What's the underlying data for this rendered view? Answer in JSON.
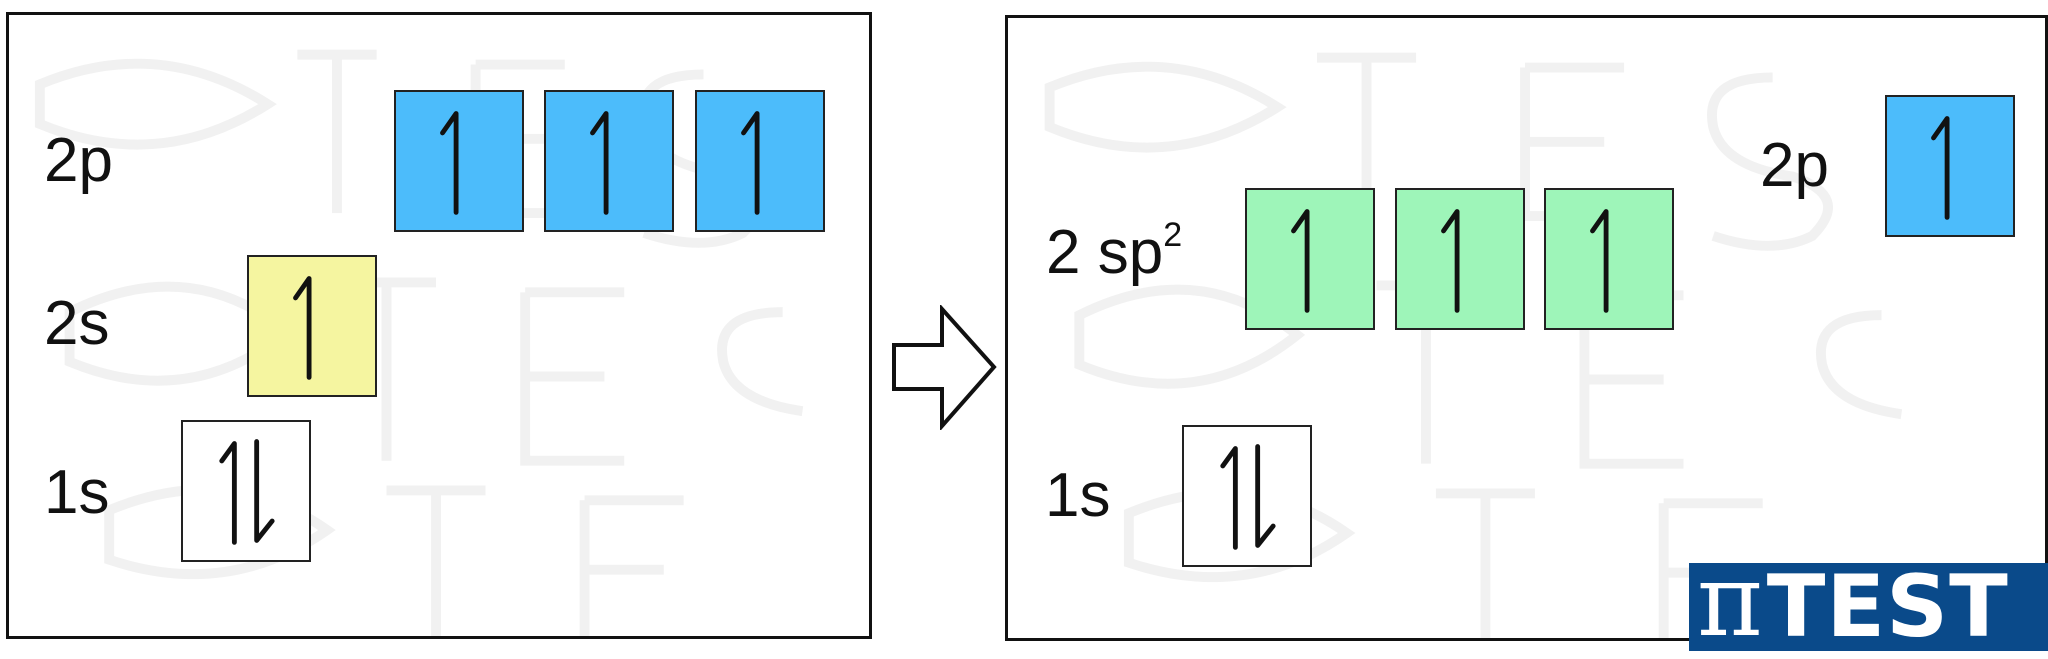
{
  "colors": {
    "p_orbital": "#4cbcfb",
    "s_orbital": "#f5f5a0",
    "sp2_orbital": "#9ef5b9",
    "core_orbital": "#ffffff",
    "logo_bg": "#0a4a8a",
    "logo_text": "#ffffff"
  },
  "left_panel": {
    "labels": {
      "p2": "2p",
      "s2": "2s",
      "s1": "1s"
    },
    "boxes": [
      {
        "orbital": "2p",
        "electrons": "up"
      },
      {
        "orbital": "2p",
        "electrons": "up"
      },
      {
        "orbital": "2p",
        "electrons": "up"
      },
      {
        "orbital": "2s",
        "electrons": "up"
      },
      {
        "orbital": "1s",
        "electrons": "pair"
      }
    ]
  },
  "transition_arrow": "arrow-right-icon",
  "right_panel": {
    "labels": {
      "sp2_base": "2 sp",
      "sp2_exp": "2",
      "p2": "2p",
      "s1": "1s"
    },
    "boxes": [
      {
        "orbital": "2sp2",
        "electrons": "up"
      },
      {
        "orbital": "2sp2",
        "electrons": "up"
      },
      {
        "orbital": "2sp2",
        "electrons": "up"
      },
      {
        "orbital": "2p",
        "electrons": "up"
      },
      {
        "orbital": "1s",
        "electrons": "pair"
      }
    ]
  },
  "logo": {
    "symbol": "π",
    "text": "TEST"
  }
}
